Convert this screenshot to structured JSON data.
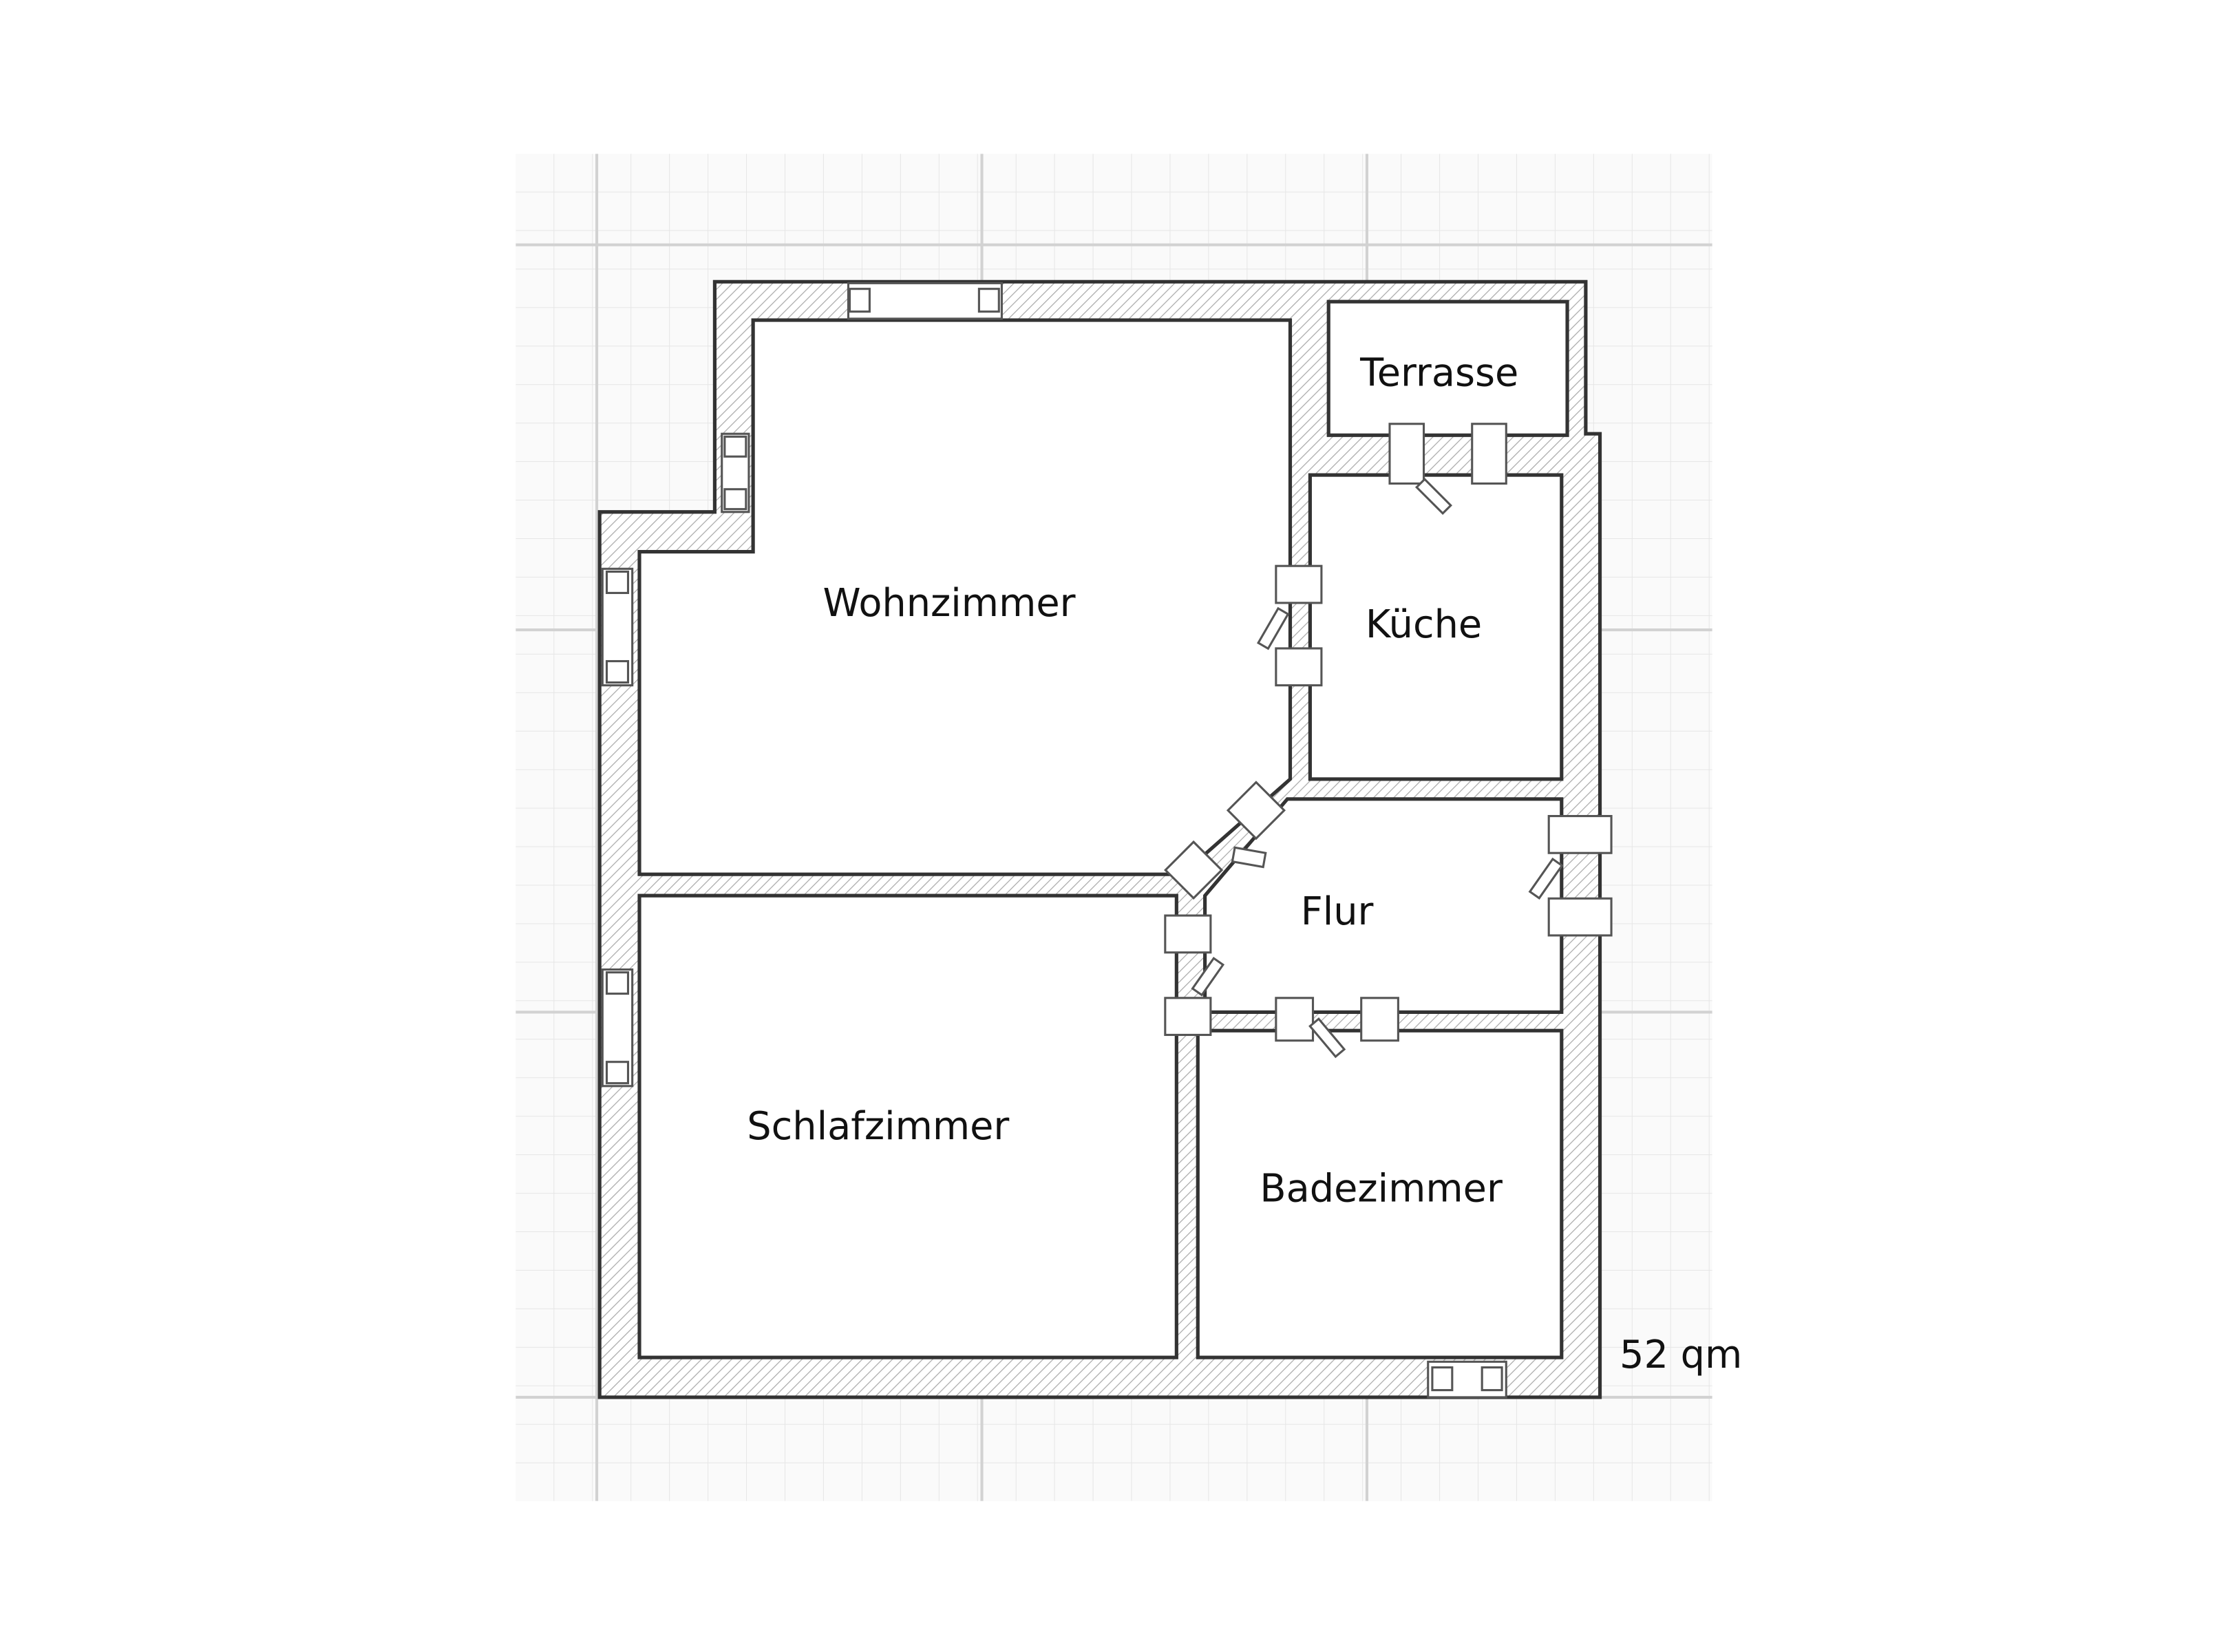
{
  "plan": {
    "rooms": {
      "wohnzimmer": "Wohnzimmer",
      "terrasse": "Terrasse",
      "kueche": "Küche",
      "flur": "Flur",
      "schlafzimmer": "Schlafzimmer",
      "badezimmer": "Badezimmer"
    },
    "area_label": "52 qm"
  },
  "colors": {
    "grid_minor": "#e6e6e6",
    "grid_major": "#d2d2d2",
    "wall_stroke": "#333333"
  }
}
